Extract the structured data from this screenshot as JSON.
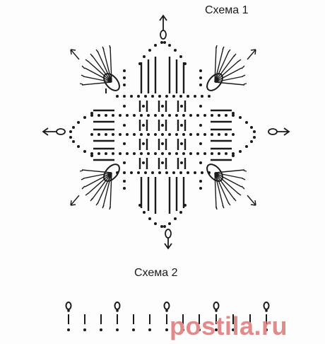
{
  "scheme1": {
    "title": "Схема 1"
  },
  "scheme2": {
    "title": "Схема 2"
  },
  "watermark": {
    "text": "postila.ru",
    "color": "#e28a8a"
  },
  "colors": {
    "ink": "#1a1a1a"
  }
}
